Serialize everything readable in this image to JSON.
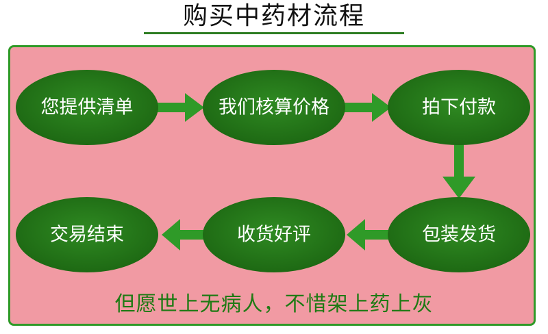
{
  "title": "购买中药材流程",
  "steps": [
    {
      "id": "provide-list",
      "label": "您提供清单"
    },
    {
      "id": "verify-price",
      "label": "我们核算价格"
    },
    {
      "id": "place-order",
      "label": "拍下付款"
    },
    {
      "id": "ship",
      "label": "包装发货"
    },
    {
      "id": "review",
      "label": "收货好评"
    },
    {
      "id": "finish",
      "label": "交易结束"
    }
  ],
  "footer": "但愿世上无病人，不惜架上药上灰",
  "colors": {
    "panel_bg": "#f19aa3",
    "panel_border": "#2f9a28",
    "node_fill": "#1f6e16",
    "arrow": "#2f9a28",
    "footer_text": "#1f7a14"
  }
}
